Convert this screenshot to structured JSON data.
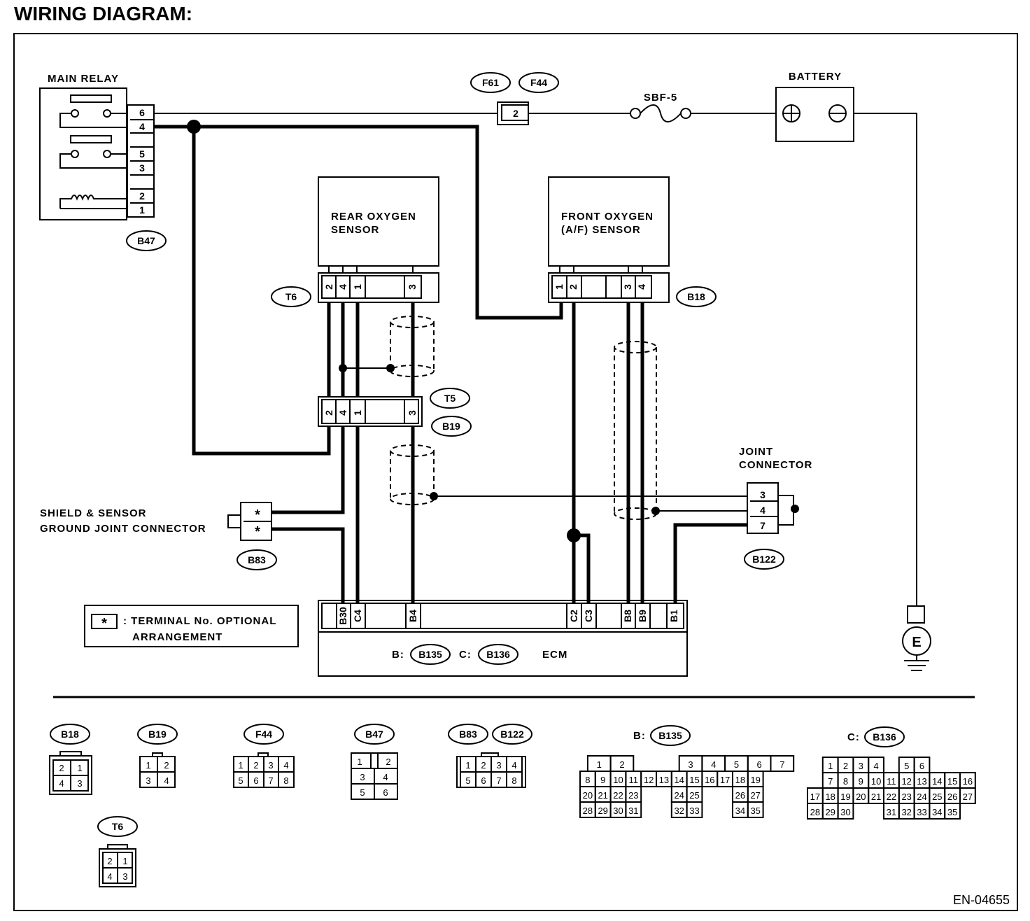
{
  "title": "WIRING DIAGRAM:",
  "components": {
    "main_relay": "MAIN RELAY",
    "battery": "BATTERY",
    "fuse": "SBF-5",
    "rear_sensor": [
      "REAR OXYGEN",
      "SENSOR"
    ],
    "front_sensor": [
      "FRONT OXYGEN",
      "(A/F) SENSOR"
    ],
    "joint_connector": [
      "JOINT",
      "CONNECTOR"
    ],
    "shield_connector": [
      "SHIELD & SENSOR",
      "GROUND JOINT CONNECTOR"
    ],
    "ecm": "ECM",
    "ecm_prefix_b": "B:",
    "ecm_prefix_c": "C:",
    "ground": "E"
  },
  "connector_ids": {
    "relay": "B47",
    "f61": "F61",
    "f44": "F44",
    "t6": "T6",
    "t5": "T5",
    "b19": "B19",
    "b18": "B18",
    "b83": "B83",
    "b122": "B122",
    "b135": "B135",
    "b136": "B136"
  },
  "pins": {
    "relay": [
      "6",
      "4",
      "5",
      "3",
      "2",
      "1"
    ],
    "f61": "2",
    "rear_sensor": [
      "2",
      "4",
      "1",
      "3"
    ],
    "front_sensor": [
      "1",
      "2",
      "3",
      "4"
    ],
    "t5": [
      "2",
      "4",
      "1",
      "3"
    ],
    "shield": [
      "*",
      "*"
    ],
    "joint": [
      "3",
      "4",
      "7"
    ],
    "ecm": [
      "B30",
      "C4",
      "B4",
      "C2",
      "C3",
      "B8",
      "B9",
      "B1"
    ]
  },
  "legend": {
    "symbol": "*",
    "line1": ": TERMINAL No. OPTIONAL",
    "line2": "ARRANGEMENT"
  },
  "layouts": {
    "b18": {
      "id": "B18",
      "cells": [
        "2",
        "1",
        "4",
        "3"
      ]
    },
    "b19": {
      "id": "B19",
      "cells": [
        "1",
        "2",
        "3",
        "4"
      ]
    },
    "f44": {
      "id": "F44",
      "cells": [
        "1",
        "2",
        "3",
        "4",
        "5",
        "6",
        "7",
        "8"
      ]
    },
    "b47": {
      "id": "B47",
      "cells": [
        "1",
        "2",
        "3",
        "4",
        "5",
        "6"
      ]
    },
    "b83": "B83",
    "b122": {
      "id": "B122",
      "cells": [
        "1",
        "2",
        "3",
        "4",
        "5",
        "6",
        "7",
        "8"
      ]
    },
    "b135": {
      "prefix": "B:",
      "id": "B135",
      "rows": [
        [
          "1",
          "2",
          "",
          "",
          "3",
          "4",
          "5",
          "6",
          "7"
        ],
        [
          "8",
          "9",
          "10",
          "11",
          "12",
          "13",
          "14",
          "15",
          "16",
          "17",
          "18",
          "19"
        ],
        [
          "20",
          "21",
          "22",
          "23",
          "",
          "",
          "24",
          "25",
          "",
          "",
          "26",
          "27"
        ],
        [
          "28",
          "29",
          "30",
          "31",
          "",
          "",
          "32",
          "33",
          "",
          "",
          "34",
          "35"
        ]
      ]
    },
    "b136": {
      "prefix": "C:",
      "id": "B136",
      "rows": [
        [
          "",
          "1",
          "2",
          "3",
          "4",
          "",
          "5",
          "6"
        ],
        [
          "",
          "7",
          "8",
          "9",
          "10",
          "11",
          "12",
          "13",
          "14",
          "15",
          "16"
        ],
        [
          "17",
          "18",
          "19",
          "20",
          "21",
          "22",
          "23",
          "24",
          "25",
          "26",
          "27"
        ],
        [
          "28",
          "29",
          "30",
          "",
          "",
          "31",
          "32",
          "33",
          "34",
          "35"
        ]
      ]
    },
    "t6": {
      "id": "T6",
      "cells": [
        "2",
        "1",
        "4",
        "3"
      ]
    }
  },
  "figure_id": "EN-04655"
}
